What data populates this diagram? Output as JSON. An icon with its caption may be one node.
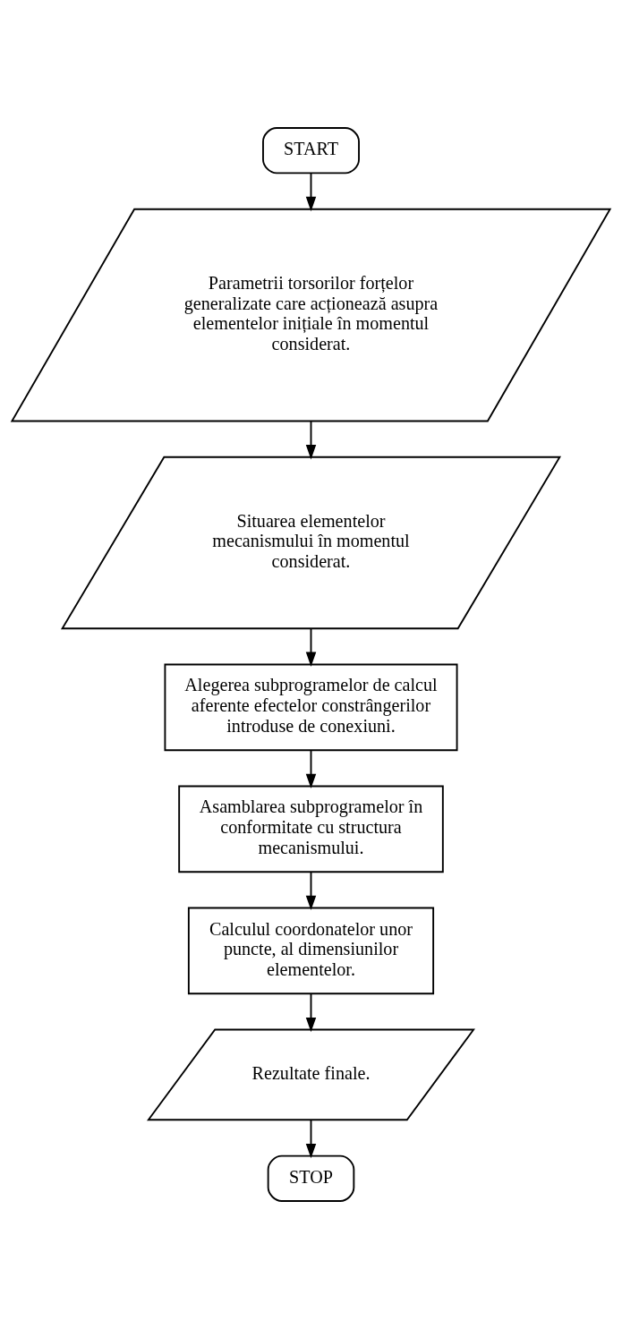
{
  "diagram": {
    "nodes": [
      {
        "text": [
          "START"
        ]
      },
      {
        "text": [
          "Parametrii torsorilor forțelor generalizate care acționează asupra elementelor inițiale în momentul considerat."
        ]
      },
      {
        "text": [
          "Situarea elementelor mecanismului în momentul considerat."
        ]
      },
      {
        "text": [
          "Alegerea subprogramelor de calcul aferente efectelor constrângerilor introduse de conexiuni."
        ]
      },
      {
        "text": [
          "Asamblarea subprogramelor în conformitate cu structura mecanismului."
        ]
      },
      {
        "text": [
          "Calculul coordonatelor unor puncte, al dimensiunilor elementelor."
        ]
      },
      {
        "text": [
          "Rezultate finale."
        ]
      },
      {
        "text": [
          "STOP"
        ]
      }
    ],
    "edges": [
      {
        "from": 0,
        "to": 1,
        "arrow": "to"
      },
      {
        "from": 1,
        "to": 2,
        "arrow": "to"
      },
      {
        "from": 2,
        "to": 3,
        "arrow": "to"
      },
      {
        "from": 3,
        "to": 4,
        "arrow": "to"
      },
      {
        "from": 4,
        "to": 5,
        "arrow": "to"
      },
      {
        "from": 5,
        "to": 6,
        "arrow": "to"
      },
      {
        "from": 6,
        "to": 7,
        "arrow": "to"
      }
    ]
  }
}
